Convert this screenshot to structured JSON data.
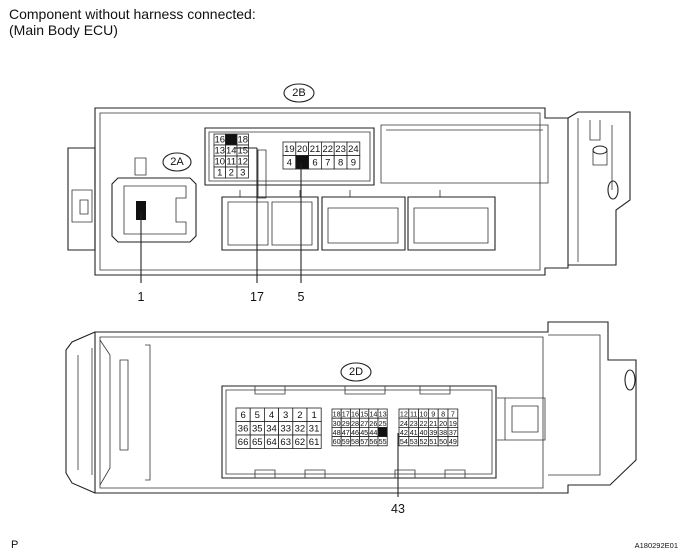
{
  "caption": {
    "line1": "Component without harness connected:",
    "line2": "(Main Body ECU)"
  },
  "connectors": {
    "c2A": {
      "tag": "2A"
    },
    "c2B": {
      "tag": "2B",
      "left_grid": [
        [
          "16",
          "",
          "18"
        ],
        [
          "13",
          "14",
          "15"
        ],
        [
          "10",
          "11",
          "12"
        ],
        [
          "1",
          "2",
          "3"
        ]
      ],
      "left_grid_highlight": [
        [
          0,
          1
        ]
      ],
      "right_grid": [
        [
          "19",
          "20",
          "21",
          "22",
          "23",
          "24"
        ],
        [
          "4",
          "",
          "6",
          "7",
          "8",
          "9"
        ]
      ],
      "right_grid_highlight": [
        [
          1,
          1
        ]
      ]
    },
    "c2D": {
      "tag": "2D",
      "left_grid": [
        [
          "6",
          "5",
          "4",
          "3",
          "2",
          "1"
        ],
        [
          "36",
          "35",
          "34",
          "33",
          "32",
          "31"
        ],
        [
          "66",
          "65",
          "64",
          "63",
          "62",
          "61"
        ]
      ],
      "mid_grid": [
        [
          "18",
          "17",
          "16",
          "15",
          "14",
          "13"
        ],
        [
          "30",
          "29",
          "28",
          "27",
          "26",
          "25"
        ],
        [
          "48",
          "47",
          "46",
          "45",
          "44",
          "43"
        ],
        [
          "60",
          "59",
          "58",
          "57",
          "56",
          "55"
        ]
      ],
      "mid_grid_highlight": [
        [
          2,
          5
        ]
      ],
      "right_grid": [
        [
          "12",
          "11",
          "10",
          "9",
          "8",
          "7"
        ],
        [
          "24",
          "23",
          "22",
          "21",
          "20",
          "19"
        ],
        [
          "42",
          "41",
          "40",
          "39",
          "38",
          "37"
        ],
        [
          "54",
          "53",
          "52",
          "51",
          "50",
          "49"
        ]
      ]
    }
  },
  "callouts": {
    "pin1": "1",
    "pin17": "17",
    "pin5": "5",
    "pin43": "43"
  },
  "footer": {
    "left": "P",
    "right": "A180292E01"
  }
}
